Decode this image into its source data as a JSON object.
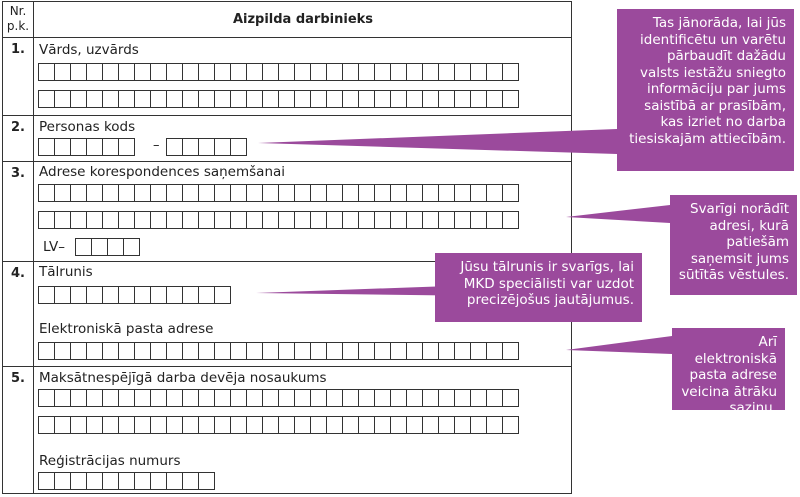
{
  "header": {
    "nr": "Nr.",
    "pk": "p.k.",
    "title": "Aizpilda darbinieks"
  },
  "rows": [
    {
      "num": "1.",
      "label": "Vārds, uzvārds"
    },
    {
      "num": "2.",
      "label": "Personas kods",
      "separator": "–"
    },
    {
      "num": "3.",
      "label": "Adrese korespondences saņemšanai",
      "postal_prefix": "LV–"
    },
    {
      "num": "4.",
      "label": "Tālrunis",
      "label2": "Elektroniskā pasta adrese"
    },
    {
      "num": "5.",
      "label": "Maksātnespējīgā darba devēja nosaukums",
      "label2": "Reģistrācijas numurs"
    }
  ],
  "callouts": {
    "personal_code": "Tas jānorāda, lai jūs identificētu un varētu pārbaudīt dažādu valsts iestāžu sniegto informāciju par jums saistībā ar prasībām, kas izriet no darba tiesiskajām attiecībām.",
    "address": "Svarīgi norādīt adresi, kurā patiešām saņemsit jums sūtītās vēstules.",
    "phone": "Jūsu tālrunis ir svarīgs, lai MKD speciālisti var uzdot precizējošus jautājumus.",
    "email": "Arī elektroniskā pasta adrese veicina ātrāku saziņu."
  },
  "colors": {
    "callout": "#9b4a9c",
    "border": "#333333"
  }
}
